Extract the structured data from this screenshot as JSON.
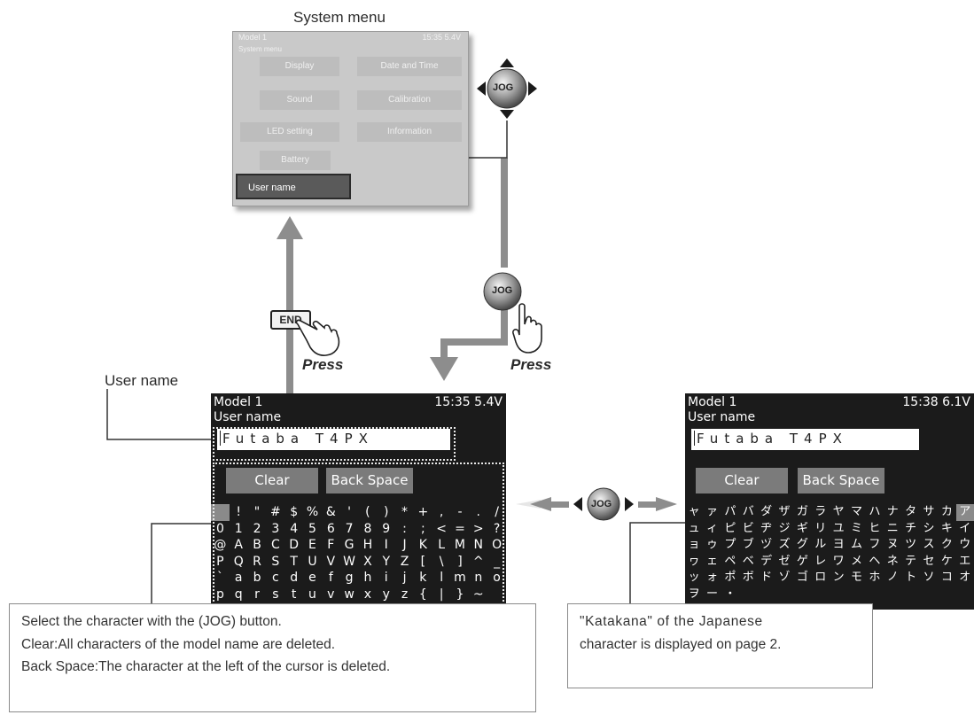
{
  "title": "System menu",
  "system_menu": {
    "model": "Model 1",
    "time": "15:35 5.4V",
    "heading": "System menu",
    "buttons": [
      "Display",
      "Date and Time",
      "Sound",
      "Calibration",
      "LED setting",
      "Information",
      "Battery"
    ],
    "selected": "User name"
  },
  "press_label": "Press",
  "jog_label": "JOG",
  "end_label": "END",
  "user_name_label": "User name",
  "screen_left": {
    "model": "Model 1",
    "time": "15:35 5.4V",
    "subtitle": "User name",
    "field_value": "Futaba T4PX",
    "clear": "Clear",
    "backspace": "Back Space",
    "rows": [
      [
        " ",
        "!",
        "\"",
        "#",
        "$",
        "%",
        "&",
        "'",
        "(",
        ")",
        "*",
        "+",
        ",",
        "-",
        ".",
        "/"
      ],
      [
        "0",
        "1",
        "2",
        "3",
        "4",
        "5",
        "6",
        "7",
        "8",
        "9",
        ":",
        ";",
        "<",
        "=",
        ">",
        "?"
      ],
      [
        "@",
        "A",
        "B",
        "C",
        "D",
        "E",
        "F",
        "G",
        "H",
        "I",
        "J",
        "K",
        "L",
        "M",
        "N",
        "O"
      ],
      [
        "P",
        "Q",
        "R",
        "S",
        "T",
        "U",
        "V",
        "W",
        "X",
        "Y",
        "Z",
        "[",
        "\\",
        "]",
        "^",
        "_"
      ],
      [
        "`",
        "a",
        "b",
        "c",
        "d",
        "e",
        "f",
        "g",
        "h",
        "i",
        "j",
        "k",
        "l",
        "m",
        "n",
        "o"
      ],
      [
        "p",
        "q",
        "r",
        "s",
        "t",
        "u",
        "v",
        "w",
        "x",
        "y",
        "z",
        "{",
        "|",
        "}",
        "~",
        ""
      ]
    ]
  },
  "screen_right": {
    "model": "Model 1",
    "time": "15:38 6.1V",
    "subtitle": "User name",
    "field_value": "Futaba T4PX",
    "clear": "Clear",
    "backspace": "Back Space",
    "rows": [
      [
        "ャ",
        "ァ",
        "パ",
        "バ",
        "ダ",
        "ザ",
        "ガ",
        "ラ",
        "ヤ",
        "マ",
        "ハ",
        "ナ",
        "タ",
        "サ",
        "カ",
        "ア"
      ],
      [
        "ュ",
        "ィ",
        "ピ",
        "ビ",
        "ヂ",
        "ジ",
        "ギ",
        "リ",
        "ユ",
        "ミ",
        "ヒ",
        "ニ",
        "チ",
        "シ",
        "キ",
        "イ"
      ],
      [
        "ョ",
        "ゥ",
        "プ",
        "ブ",
        "ヅ",
        "ズ",
        "グ",
        "ル",
        "ヨ",
        "ム",
        "フ",
        "ヌ",
        "ツ",
        "ス",
        "ク",
        "ウ"
      ],
      [
        "ヮ",
        "ェ",
        "ペ",
        "ベ",
        "デ",
        "ゼ",
        "ゲ",
        "レ",
        "ワ",
        "メ",
        "ヘ",
        "ネ",
        "テ",
        "セ",
        "ケ",
        "エ"
      ],
      [
        "ッ",
        "ォ",
        "ポ",
        "ボ",
        "ド",
        "ゾ",
        "ゴ",
        "ロ",
        "ン",
        "モ",
        "ホ",
        "ノ",
        "ト",
        "ソ",
        "コ",
        "オ"
      ],
      [
        "ヲ",
        "ー",
        "・",
        "",
        "",
        "",
        "",
        "",
        "",
        "",
        "",
        "",
        "",
        "",
        "",
        ""
      ]
    ]
  },
  "callout_left": [
    "Select the character with the (JOG) button.",
    "Clear:All characters of the model name are deleted.",
    "Back Space:The character at the left of the cursor is deleted."
  ],
  "callout_right": [
    "\"Katakana\" of the Japanese",
    "character is displayed on page 2."
  ],
  "colors": {
    "lcd_bg": "#1b1b1b",
    "button_gray": "#7b7b7b",
    "arrow_gray": "#8a8a8a",
    "menu_bg": "#c9c9c9"
  }
}
